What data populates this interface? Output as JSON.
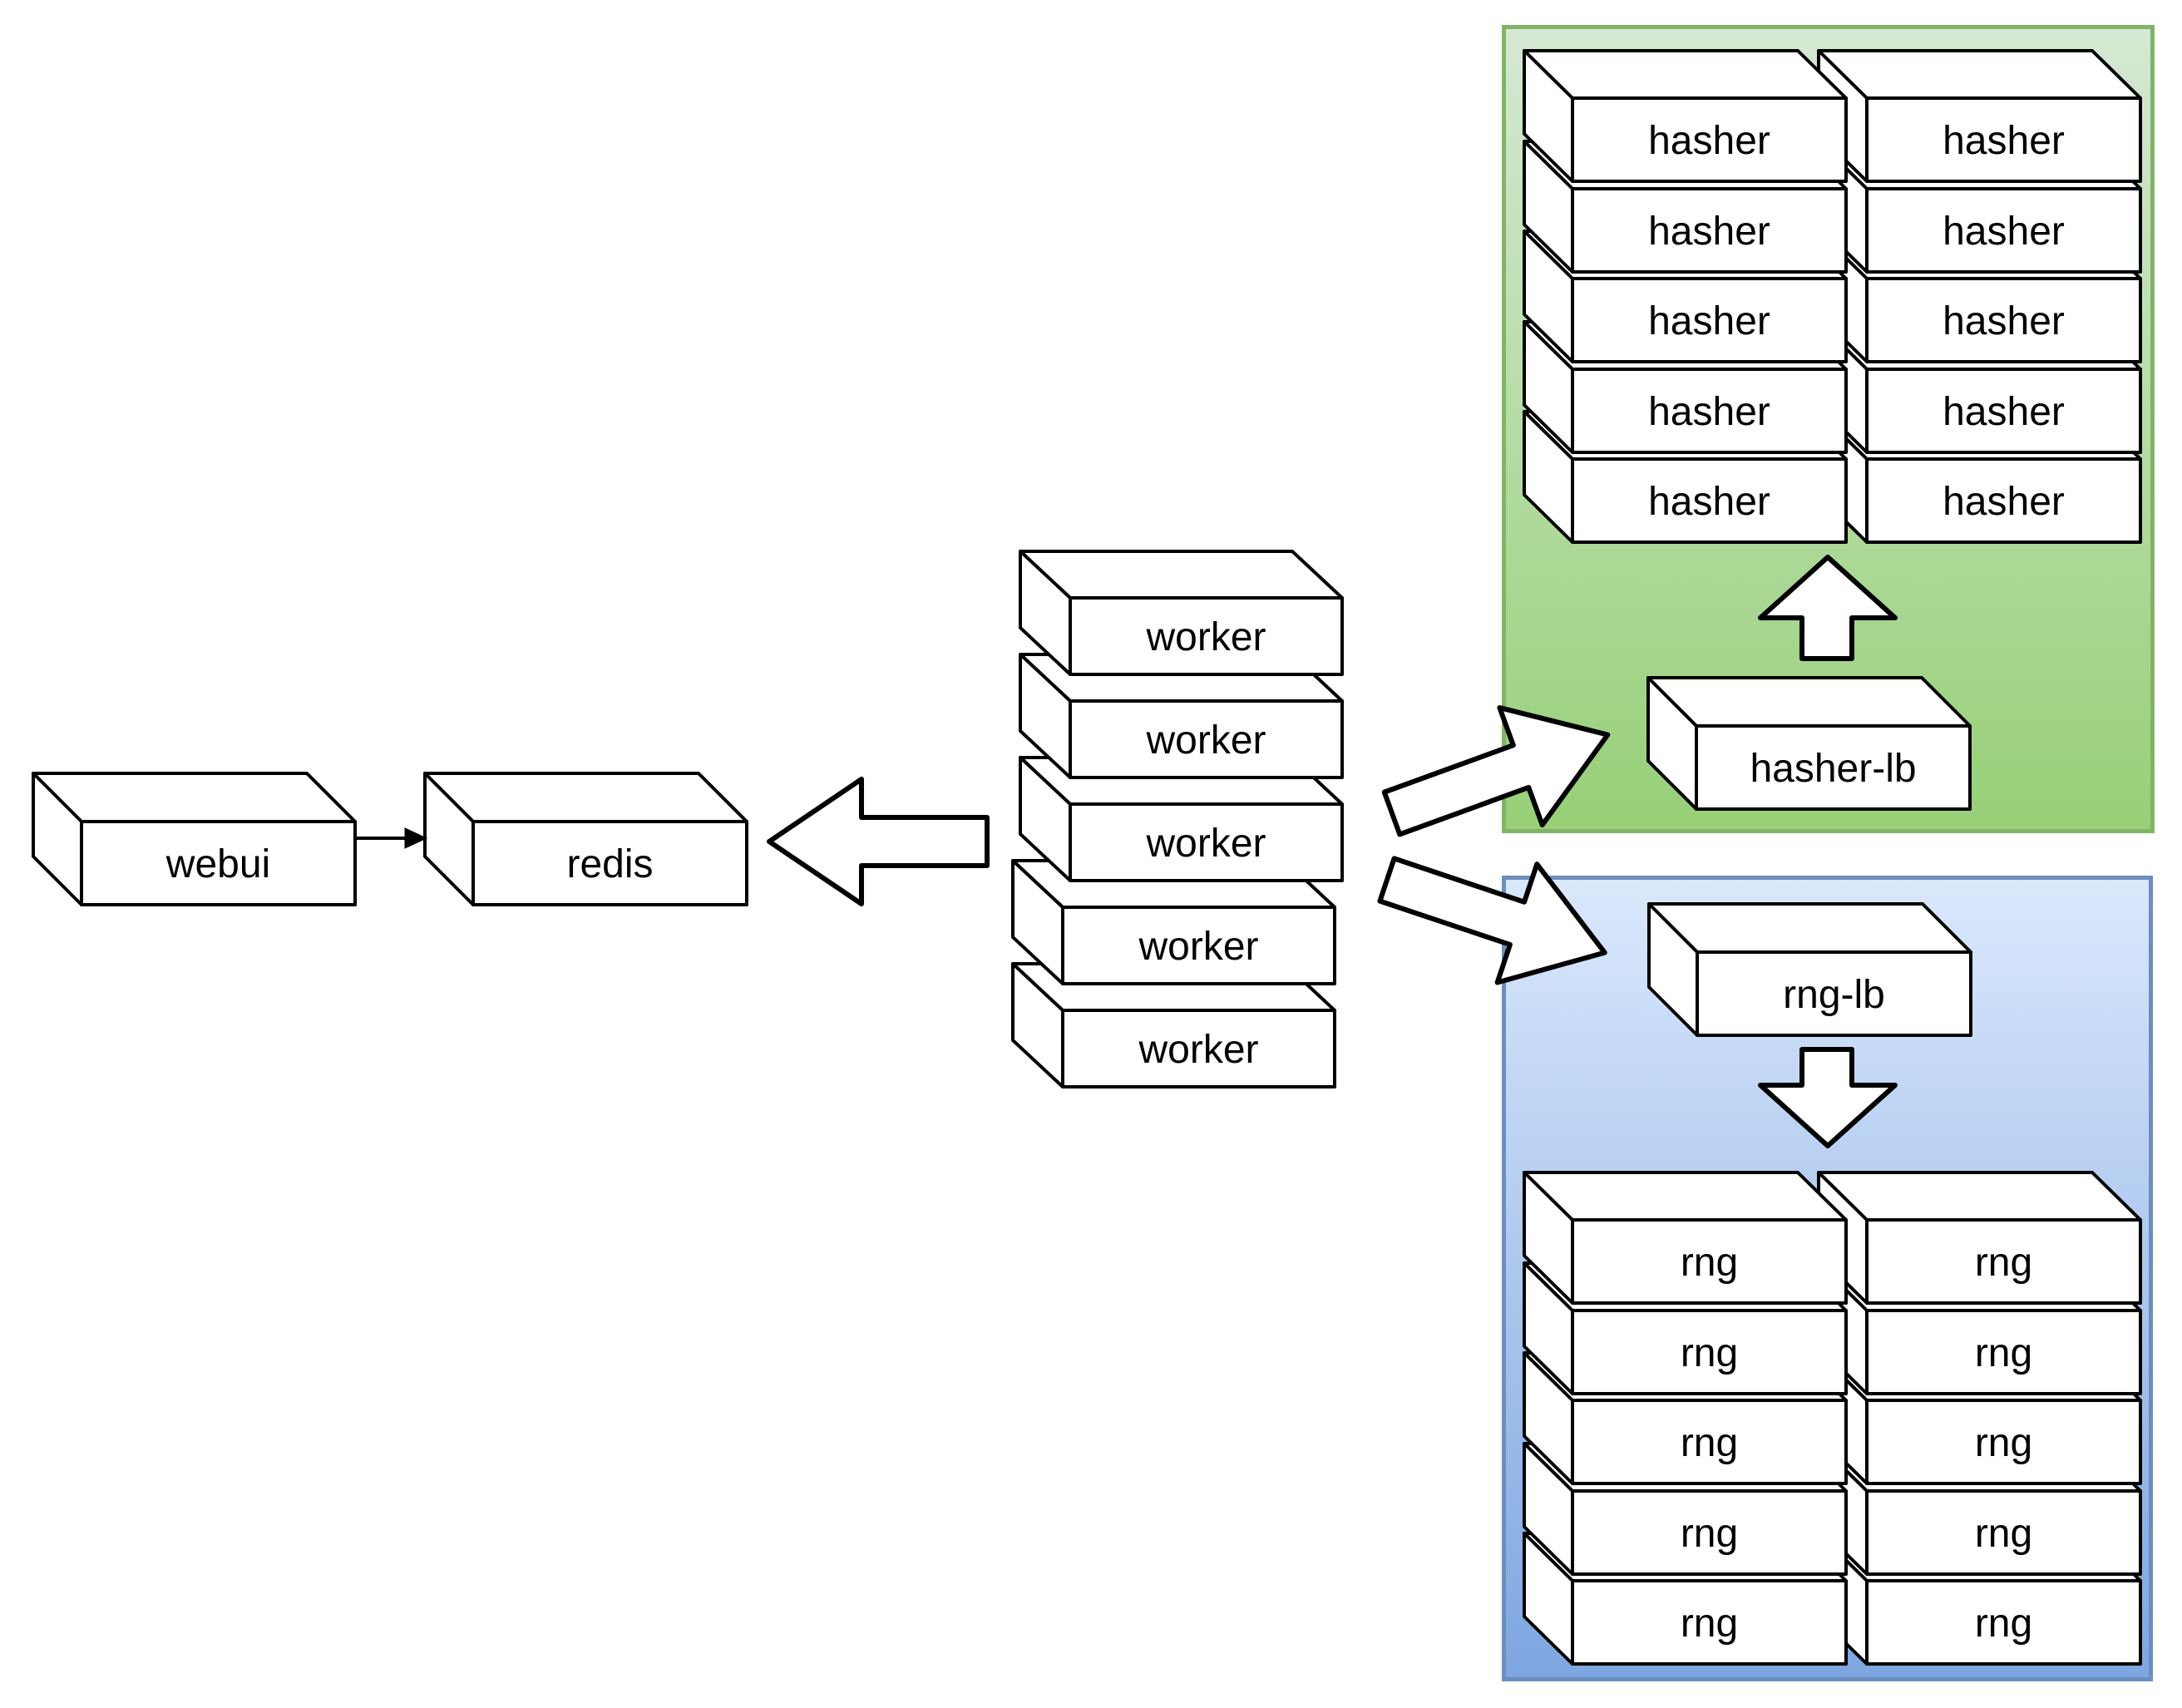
{
  "nodes": {
    "webui": {
      "label": "webui"
    },
    "redis": {
      "label": "redis"
    }
  },
  "worker_stack": {
    "label": "worker",
    "count": 5
  },
  "clusters": {
    "hasher": {
      "lb_label": "hasher-lb",
      "instance_label": "hasher",
      "instance_count": 10,
      "rows": 5,
      "columns": 2,
      "fill_top": "#d5e8d4",
      "fill_bottom": "#97d077",
      "border_color": "#82b366"
    },
    "rng": {
      "lb_label": "rng-lb",
      "instance_label": "rng",
      "instance_count": 10,
      "rows": 5,
      "columns": 2,
      "fill_top": "#dae8fc",
      "fill_bottom": "#7ea6e0",
      "border_color": "#6c8ebf"
    }
  },
  "edges": [
    {
      "from": "webui",
      "to": "redis",
      "style": "thin-arrow"
    },
    {
      "from": "worker",
      "to": "redis",
      "style": "block-arrow-left"
    },
    {
      "from": "worker",
      "to": "hasher-lb",
      "style": "block-arrow-diagonal-up-right"
    },
    {
      "from": "hasher-lb",
      "to": "hasher",
      "style": "block-arrow-up"
    },
    {
      "from": "worker",
      "to": "rng-lb",
      "style": "block-arrow-diagonal-down-right"
    },
    {
      "from": "rng-lb",
      "to": "rng",
      "style": "block-arrow-down"
    }
  ],
  "canvas": {
    "background": "#ffffff",
    "node_fill": "#ffffff",
    "node_stroke": "#000000",
    "arrow_fill": "#ffffff",
    "arrow_stroke": "#000000"
  }
}
